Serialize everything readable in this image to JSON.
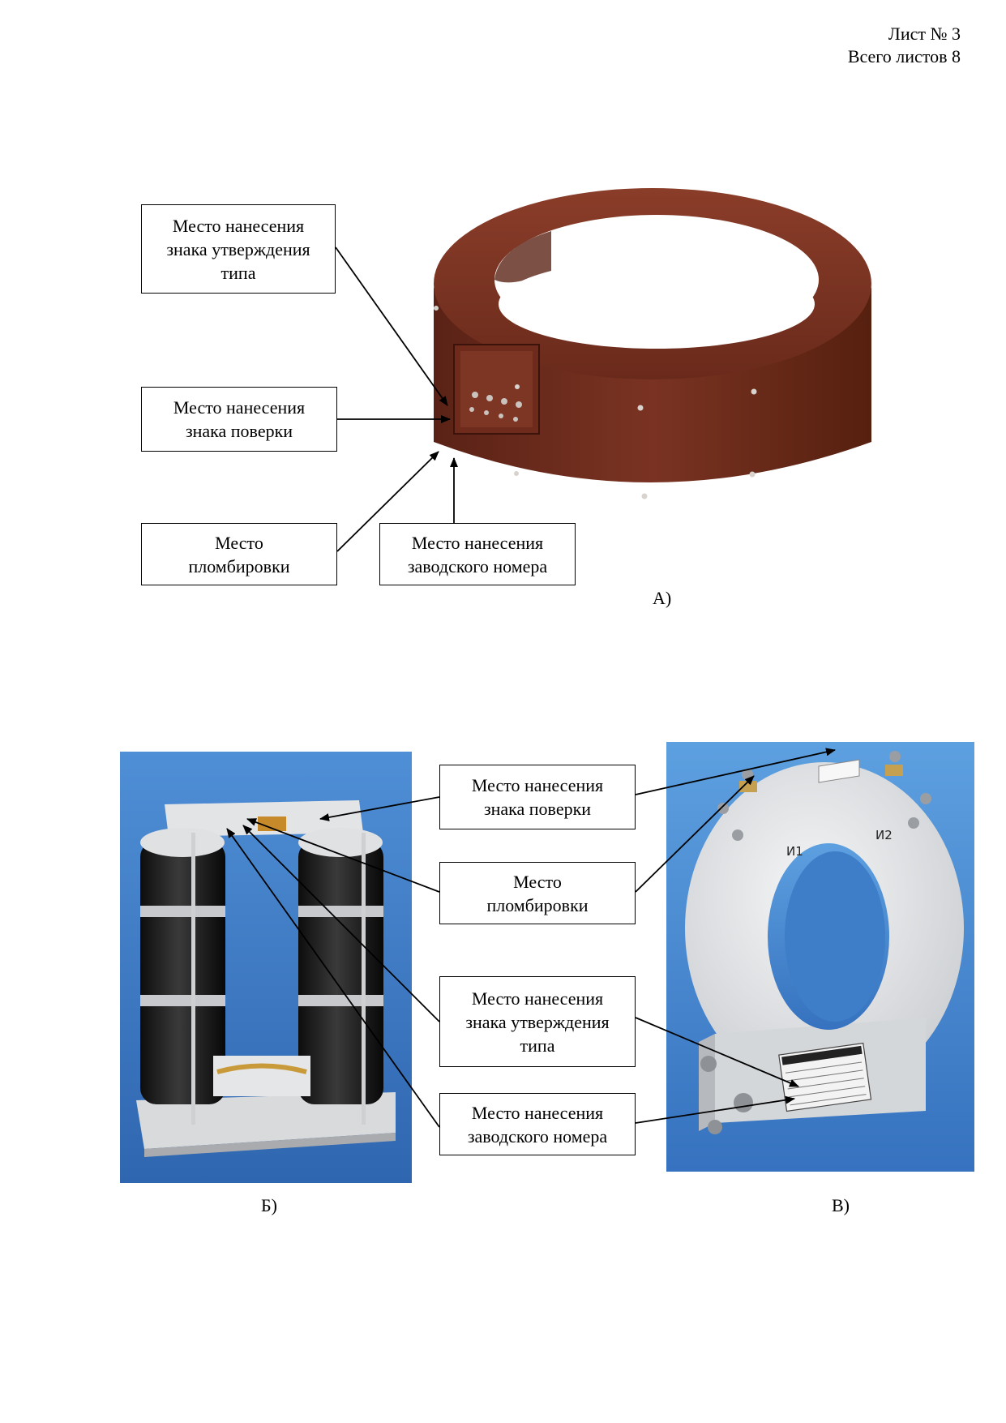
{
  "header": {
    "sheet": "Лист № 3",
    "total": "Всего листов 8"
  },
  "figure_a": {
    "caption": "А)",
    "labels": {
      "type_approval": "Место нанесения\nзнака утверждения\nтипа",
      "verification": "Место нанесения\nзнака поверки",
      "sealing": "Место\nпломбировки",
      "serial_number": "Место нанесения\nзаводского номера"
    }
  },
  "figure_bv": {
    "caption_b": "Б)",
    "caption_v": "В)",
    "labels": {
      "verification": "Место нанесения\nзнака поверки",
      "sealing": "Место\nпломбировки",
      "type_approval": "Место нанесения\nзнака утверждения\nтипа",
      "serial_number": "Место нанесения\nзаводского номера"
    },
    "device_v_terminals": [
      "И1",
      "И2"
    ]
  },
  "colors": {
    "ring_brown": "#6b2a1c",
    "photo_blue": "#3f7ec4",
    "white_transformer": "#e6e8ea"
  }
}
